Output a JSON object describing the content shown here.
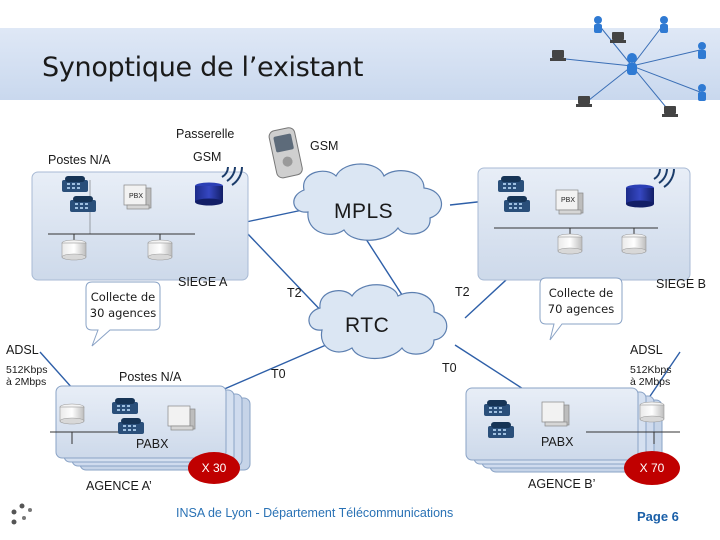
{
  "title": "Synoptique de l’existant",
  "labels": {
    "passerelle": "Passerelle",
    "gsm_left": "GSM",
    "gsm_phone": "GSM",
    "postes_top": "Postes N/A",
    "mpls": "MPLS",
    "rtc": "RTC",
    "siege_a": "SIEGE A",
    "siege_b": "SIEGE B",
    "t2_left": "T2",
    "t2_right": "T2",
    "t0_left": "T0",
    "t0_right": "T0",
    "adsl_left": "ADSL",
    "adsl_right": "ADSL",
    "speed_left_1": "512Kbps",
    "speed_left_2": "à 2Mbps",
    "speed_right_1": "512Kbps",
    "speed_right_2": "à 2Mbps",
    "postes_bottom": "Postes N/A",
    "pabx_left": "PABX",
    "pabx_right": "PABX",
    "agence_a": "AGENCE A’",
    "agence_b": "AGENCE B’",
    "pbx_a": "PBX",
    "pbx_b": "PBX"
  },
  "callouts": {
    "collecte_30_1": "Collecte de",
    "collecte_30_2": "30 agences",
    "collecte_70_1": "Collecte de",
    "collecte_70_2": "70 agences"
  },
  "badges": {
    "x30": "X 30",
    "x70": "X 70"
  },
  "footer": {
    "department": "INSA de Lyon - Département Télécommunications",
    "page": "Page 6",
    "logo": "INSA"
  },
  "colors": {
    "header": "#c9d8ee",
    "site_box": "#dce6f1",
    "cloud": "#dbe6f3",
    "link_blue": "#2e5fa8",
    "badge_red": "#c00000",
    "footer_text": "#2a72b5"
  },
  "icons": [
    "phone-icon",
    "server-icon",
    "pbx-icon",
    "mobile-phone-icon",
    "signal-waves-icon",
    "people-network-icon",
    "insa-logo"
  ]
}
